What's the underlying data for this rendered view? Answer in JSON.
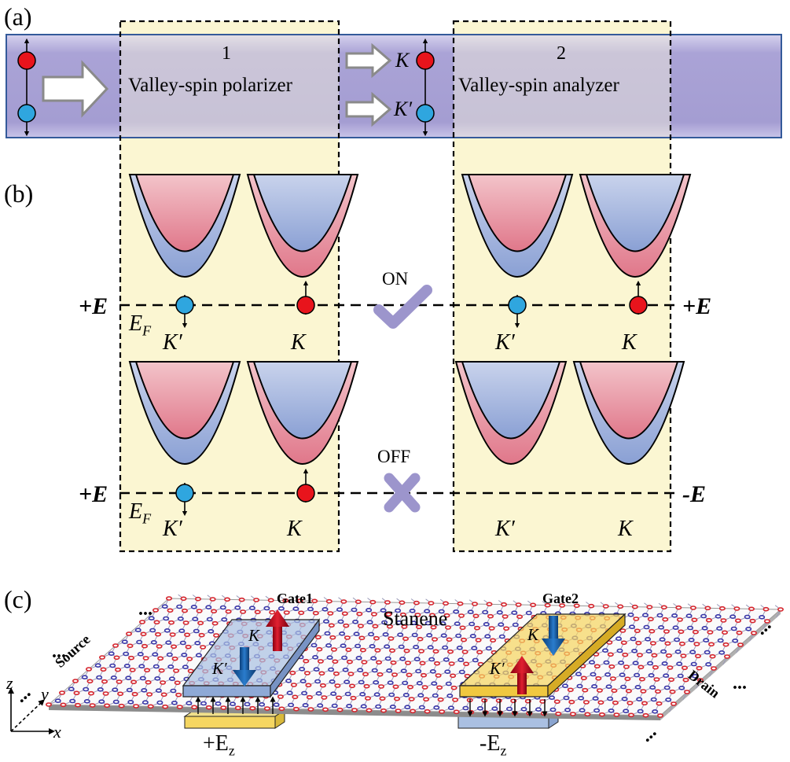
{
  "panel_a": {
    "label": "(a)",
    "box1": {
      "number": "1",
      "title": "Valley-spin polarizer"
    },
    "box2": {
      "number": "2",
      "title": "Valley-spin analyzer"
    },
    "valley_K": "K",
    "valley_Kp": "K′"
  },
  "panel_b": {
    "label": "(b)",
    "row1": {
      "left_field": "+E",
      "right_field": "+E",
      "state": "ON",
      "fermi": "E",
      "fermi_sub": "F"
    },
    "row2": {
      "left_field": "+E",
      "right_field": "-E",
      "state": "OFF",
      "fermi": "E",
      "fermi_sub": "F"
    },
    "valley_K": "K",
    "valley_Kp": "K′"
  },
  "panel_c": {
    "label": "(c)",
    "material": "Stanene",
    "gate1": "Gate1",
    "gate2": "Gate2",
    "source": "Source",
    "drain": "Drain",
    "field1": "+E",
    "field2": "-E",
    "field_sub": "z",
    "ellipsis": "...",
    "axes": {
      "z": "z",
      "y": "y",
      "x": "x"
    },
    "valley_K": "K",
    "valley_Kp": "K′"
  },
  "colors": {
    "channel": "#aaa3d6",
    "yellow_region": "#fbf6d2",
    "spin_up": "#e8141c",
    "spin_down": "#2fa6df",
    "check_cross": "#9c95cc",
    "band_red": "#e89aa4",
    "band_blue": "#a7b6dc",
    "gate1": "#aac0e2",
    "gate2": "#f5d661"
  }
}
